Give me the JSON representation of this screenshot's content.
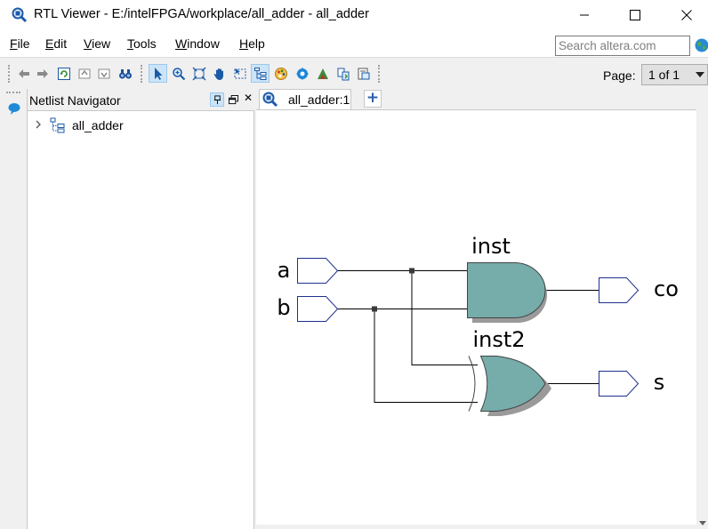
{
  "window": {
    "title": "RTL Viewer - E:/intelFPGA/workplace/all_adder - all_adder",
    "minimize_icon": "minimize-icon",
    "maximize_icon": "maximize-icon",
    "close_icon": "close-icon"
  },
  "menu": {
    "items": [
      {
        "label": "File",
        "mnemonic": "F",
        "rest": "ile"
      },
      {
        "label": "Edit",
        "mnemonic": "E",
        "rest": "dit"
      },
      {
        "label": "View",
        "mnemonic": "V",
        "rest": "iew"
      },
      {
        "label": "Tools",
        "mnemonic": "T",
        "rest": "ools"
      },
      {
        "label": "Window",
        "mnemonic": "W",
        "rest": "indow"
      },
      {
        "label": "Help",
        "mnemonic": "H",
        "rest": "elp"
      }
    ],
    "search_placeholder": "Search altera.com"
  },
  "toolbar": {
    "icons": [
      "back-icon",
      "forward-icon",
      "refresh-icon",
      "go-up-icon",
      "go-down-icon",
      "find-icon",
      "select-icon",
      "zoom-icon",
      "fit-icon",
      "hand-icon",
      "area-select-icon",
      "hierarchy-icon",
      "color-icon",
      "settings-icon",
      "filter-icon",
      "export-icon",
      "netlist-icon"
    ],
    "page_label": "Page:",
    "page_value": "1 of 1"
  },
  "navigator": {
    "title": "Netlist Navigator",
    "tree": [
      {
        "label": "all_adder",
        "expanded": false
      }
    ]
  },
  "document": {
    "tab_label": "all_adder:1",
    "add_tab": "+"
  },
  "schematic": {
    "inputs": [
      "a",
      "b"
    ],
    "outputs": [
      "co",
      "s"
    ],
    "gates": [
      {
        "name": "inst",
        "type": "AND"
      },
      {
        "name": "inst2",
        "type": "XOR"
      }
    ],
    "gate_fill": "#76aca9",
    "gate_stroke": "#444444",
    "port_stroke": "#1f2f8f",
    "wire_color": "#000000"
  }
}
